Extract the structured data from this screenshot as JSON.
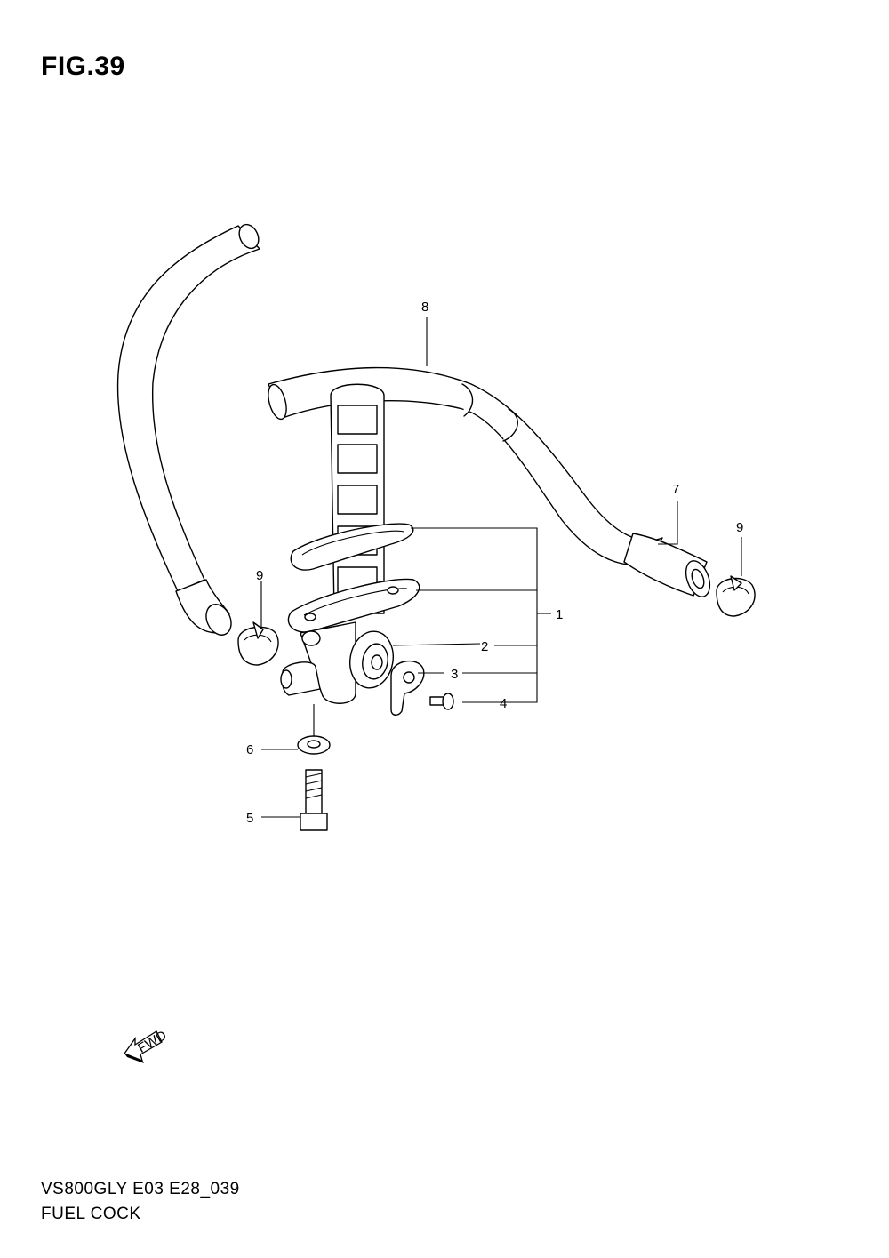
{
  "figure": {
    "title": "FIG.39",
    "model_code": "VS800GLY E03 E28_039",
    "section_name": "FUEL COCK"
  },
  "callouts": {
    "c1": "1",
    "c2": "2",
    "c3": "3",
    "c4": "4",
    "c5": "5",
    "c6": "6",
    "c7": "7",
    "c8": "8",
    "c9a": "9",
    "c9b": "9"
  },
  "direction_arrow": {
    "label": "FWD"
  }
}
